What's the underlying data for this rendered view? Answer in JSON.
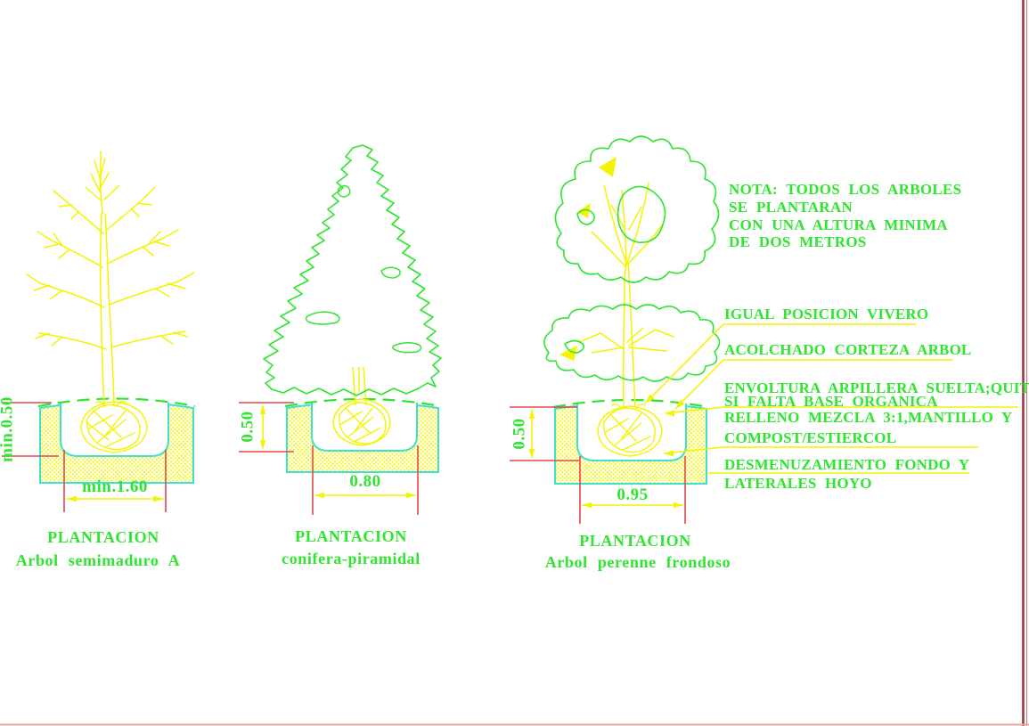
{
  "drawing_type": "CAD tree planting detail (AutoCAD style)",
  "colors": {
    "text_green": "#2FE52F",
    "line_yellow": "#F4F400",
    "pit_cyan": "#3FE0D0",
    "dimension_red": "#E04848",
    "sheet_border_maroon": "#9C3A3A",
    "background": "#FFFFFF"
  },
  "note": {
    "lines": {
      "0": "NOTA: TODOS LOS ARBOLES",
      "1": "SE PLANTARAN",
      "2": "CON UNA ALTURA MINIMA",
      "3": "DE DOS METROS"
    }
  },
  "callouts": {
    "igual": "IGUAL POSICION VIVERO",
    "acolchado": "ACOLCHADO CORTEZA ARBOL",
    "envoltura_line1": "ENVOLTURA ARPILLERA SUELTA;QUITAR",
    "envoltura_line2": "SI FALTA BASE ORGANICA",
    "relleno_line1": "RELLENO MEZCLA 3:1,MANTILLO Y",
    "relleno_line2": "COMPOST/ESTIERCOL",
    "desmenuzamiento_line1": "DESMENUZAMIENTO FONDO Y",
    "desmenuzamiento_line2": "LATERALES HOYO"
  },
  "diagrams": [
    {
      "title": "PLANTACION",
      "subtitle": "Arbol semimaduro A",
      "width_dim": "min.1.60",
      "depth_dim": "min.0.50",
      "tree_type": "deciduous-bare"
    },
    {
      "title": "PLANTACION",
      "subtitle": "conifera-piramidal",
      "width_dim": "0.80",
      "depth_dim": "0.50",
      "tree_type": "conifer-pyramidal"
    },
    {
      "title": "PLANTACION",
      "subtitle": "Arbol perenne frondoso",
      "width_dim": "0.95",
      "depth_dim": "0.50",
      "tree_type": "evergreen-broadleaf"
    }
  ]
}
